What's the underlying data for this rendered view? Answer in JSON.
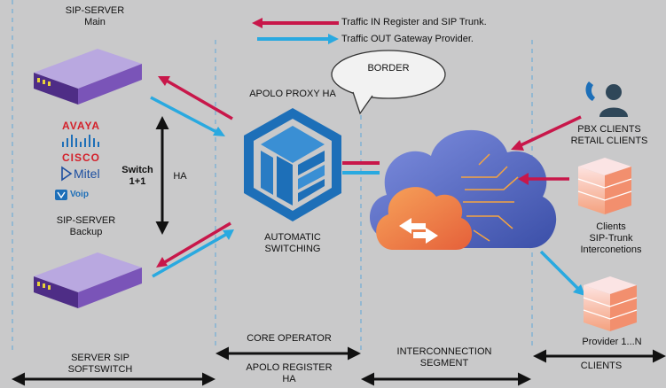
{
  "legend": {
    "traffic_in": "Traffic IN Register and SIP Trunk.",
    "traffic_out": "Traffic OUT Gateway Provider."
  },
  "nodes": {
    "sip_server_main": [
      "SIP-SERVER",
      "Main"
    ],
    "sip_server_backup": [
      "SIP-SERVER",
      "Backup"
    ],
    "switch": [
      "Switch",
      "1+1"
    ],
    "ha": "HA",
    "proxy_title": "APOLO PROXY HA",
    "automatic_switching": [
      "AUTOMATIC",
      "SWITCHING"
    ],
    "border": "BORDER",
    "pbx_clients": [
      "PBX CLIENTS",
      "RETAIL CLIENTS"
    ],
    "clients_trunk": [
      "Clients",
      "SIP-Trunk",
      "Interconetions"
    ],
    "provider": "Provider 1...N"
  },
  "brands": [
    "AVAYA",
    "CISCO",
    "Mitel",
    "Voip"
  ],
  "segments": {
    "server_sip": [
      "SERVER SIP",
      "SOFTSWITCH"
    ],
    "core_operator": "CORE OPERATOR",
    "apolo_register": [
      "APOLO REGISTER",
      "HA"
    ],
    "interconnection": [
      "INTERCONNECTION",
      "SEGMENT"
    ],
    "clients": "CLIENTS"
  },
  "colors": {
    "background": "#c9c9ca",
    "traffic_in": "#c8174a",
    "traffic_out": "#29a9e0",
    "server_purple": "#6a3f99",
    "proxy_blue": "#1d6fb8",
    "cloud_blue": "#5b74c9",
    "cloud_orange": "#f28b3a"
  },
  "icons": [
    "server-icon",
    "proxy-cube-icon",
    "cloud-icon",
    "phone-user-icon",
    "stack-icon",
    "speech-bubble-icon"
  ]
}
